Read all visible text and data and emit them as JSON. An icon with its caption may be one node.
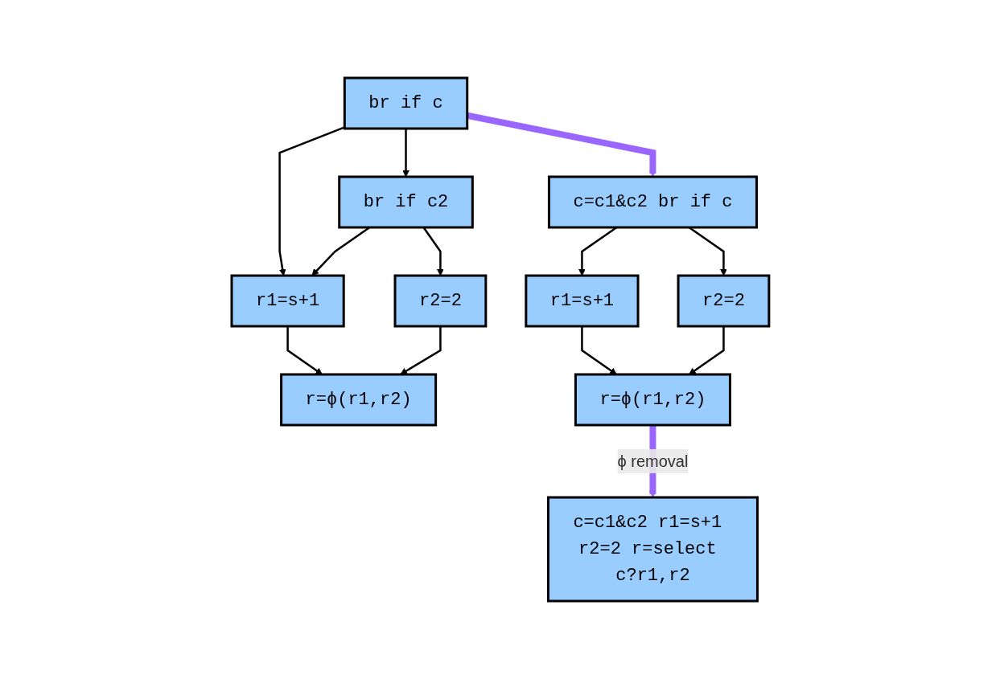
{
  "diagram": {
    "nodes": [
      {
        "text": [
          "br if c"
        ]
      },
      {
        "text": [
          "br if c2"
        ]
      },
      {
        "text": [
          "r1=s+1"
        ]
      },
      {
        "text": [
          "r2=2"
        ]
      },
      {
        "text": [
          "r=ϕ(r1,r2)"
        ]
      },
      {
        "text": [
          "c=c1&c2 br if c"
        ]
      },
      {
        "text": [
          "r1=s+1"
        ]
      },
      {
        "text": [
          "r2=2"
        ]
      },
      {
        "text": [
          "r=ϕ(r1,r2)"
        ]
      },
      {
        "text": [
          "c=c1&c2 r1=s+1 r2=2 r=select c?r1,r2"
        ]
      }
    ],
    "edges": [
      {
        "from": 0,
        "to": 2,
        "arrow": "to"
      },
      {
        "from": 0,
        "to": 1,
        "arrow": "to"
      },
      {
        "from": 1,
        "to": 2,
        "arrow": "to"
      },
      {
        "from": 1,
        "to": 3,
        "arrow": "to"
      },
      {
        "from": 2,
        "to": 4,
        "arrow": "to"
      },
      {
        "from": 3,
        "to": 4,
        "arrow": "to"
      },
      {
        "from": 0,
        "to": 5,
        "arrow": "to",
        "style": "thick",
        "color": "#9966ff"
      },
      {
        "from": 5,
        "to": 6,
        "arrow": "to"
      },
      {
        "from": 5,
        "to": 7,
        "arrow": "to"
      },
      {
        "from": 6,
        "to": 8,
        "arrow": "to"
      },
      {
        "from": 7,
        "to": 8,
        "arrow": "to"
      },
      {
        "from": 8,
        "to": 9,
        "arrow": "to",
        "label": "ϕ removal",
        "style": "thick",
        "color": "#9966ff"
      }
    ]
  }
}
